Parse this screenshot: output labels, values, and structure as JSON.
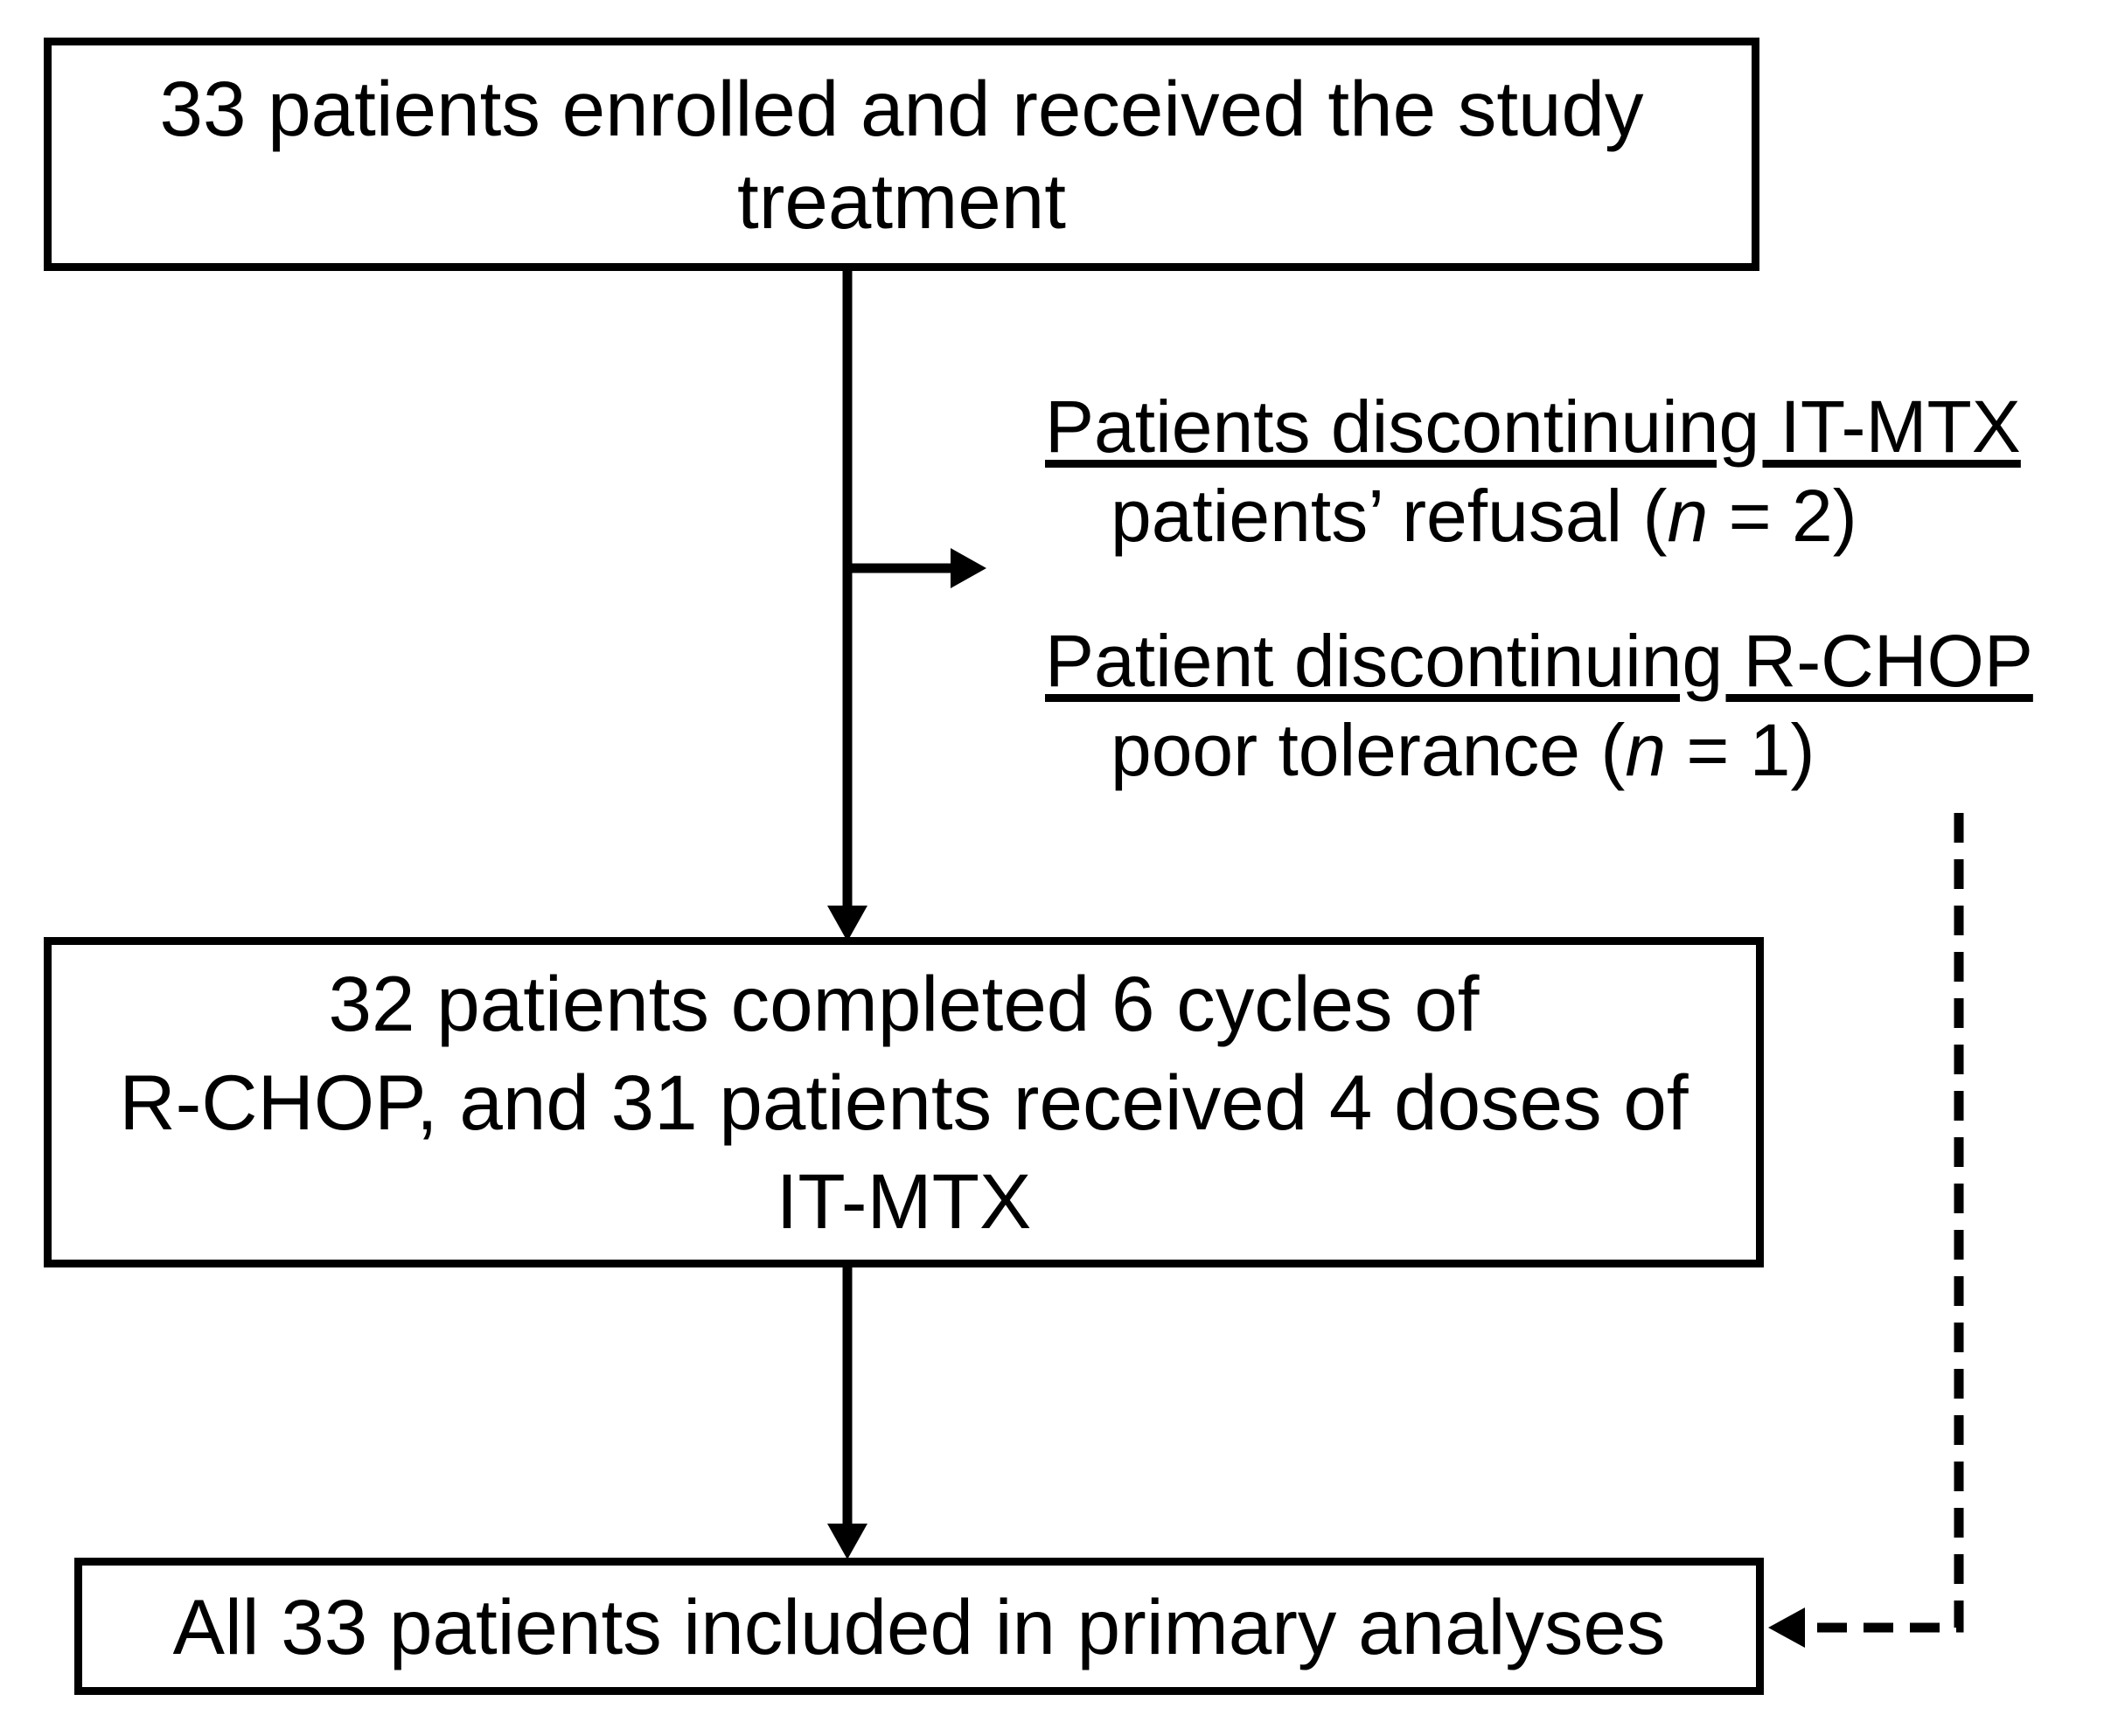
{
  "flowchart": {
    "colors": {
      "ink": "#000000",
      "background": "#ffffff"
    },
    "boxes": {
      "enrolled": {
        "lines": [
          "33 patients enrolled and received the study",
          "treatment"
        ]
      },
      "completed": {
        "lines": [
          "32 patients completed 6 cycles of",
          "R-CHOP, and 31 patients received 4 doses of",
          "IT-MTX"
        ]
      },
      "analyses": {
        "lines": [
          "All 33 patients included in primary analyses"
        ]
      }
    },
    "notes": {
      "itmtx": {
        "heading": "Patients discontinuing IT-MTX",
        "detail_pre": "patients’ refusal (",
        "detail_var": "n",
        "detail_post": " = 2)"
      },
      "rchop": {
        "heading": "Patient discontinuing R-CHOP",
        "detail_pre": "poor tolerance (",
        "detail_var": "n",
        "detail_post": " = 1)"
      }
    }
  }
}
